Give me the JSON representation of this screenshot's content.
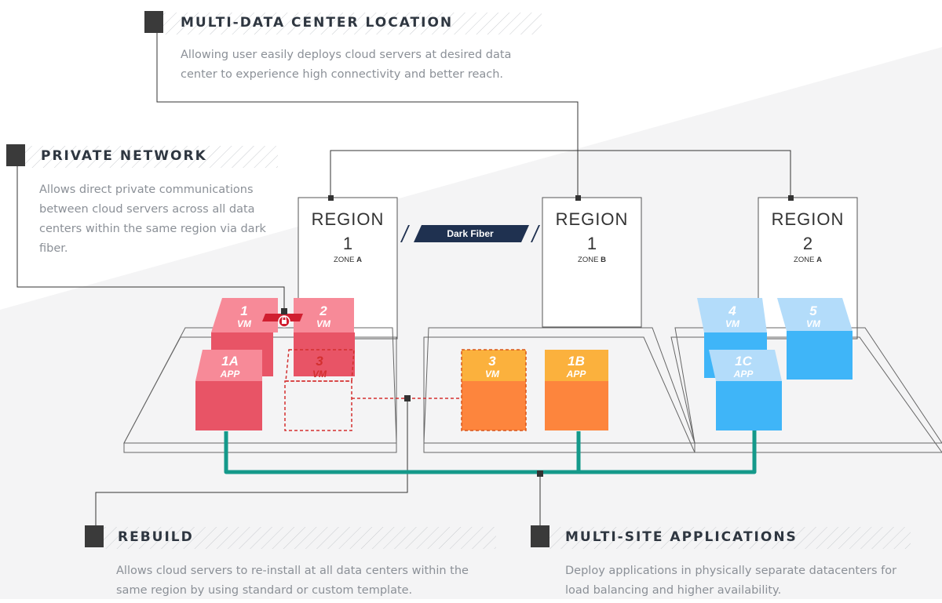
{
  "features": {
    "multi_dc": {
      "title": "MULTI-DATA CENTER LOCATION",
      "desc": "Allowing user easily deploys cloud servers at desired data center to experience high connectivity and better reach."
    },
    "private_network": {
      "title": "PRIVATE NETWORK",
      "desc": "Allows direct private communications between cloud servers across all data centers within the same region via dark fiber."
    },
    "rebuild": {
      "title": "REBUILD",
      "desc": "Allows cloud servers to re-install at all data centers within the same region by using standard or custom template."
    },
    "multi_site": {
      "title": "MULTI-SITE APPLICATIONS",
      "desc": "Deploy applications in physically separate datacenters for load balancing and higher availability."
    }
  },
  "regions": [
    {
      "label": "REGION",
      "number": "1",
      "zone_prefix": "ZONE",
      "zone": "A"
    },
    {
      "label": "REGION",
      "number": "1",
      "zone_prefix": "ZONE",
      "zone": "B"
    },
    {
      "label": "REGION",
      "number": "2",
      "zone_prefix": "ZONE",
      "zone": "A"
    }
  ],
  "dark_fiber_label": "Dark Fiber",
  "servers": {
    "vm1": {
      "id": "1",
      "type": "VM"
    },
    "vm2": {
      "id": "2",
      "type": "VM"
    },
    "app1a": {
      "id": "1A",
      "type": "APP"
    },
    "vm3_ghost": {
      "id": "3",
      "type": "VM"
    },
    "vm3": {
      "id": "3",
      "type": "VM"
    },
    "app1b": {
      "id": "1B",
      "type": "APP"
    },
    "vm4": {
      "id": "4",
      "type": "VM"
    },
    "vm5": {
      "id": "5",
      "type": "VM"
    },
    "app1c": {
      "id": "1C",
      "type": "APP"
    }
  },
  "colors": {
    "red": "#e85466",
    "red_light": "#f78a98",
    "orange": "#fd853d",
    "orange_top": "#fbb13d",
    "blue": "#3fb5f8",
    "blue_light": "#b3dcfa",
    "teal": "#14998a",
    "navy": "#1f3150",
    "dark": "#3a3a3a"
  }
}
